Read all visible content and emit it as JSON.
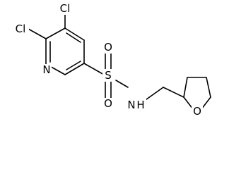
{
  "molecule": {
    "atoms": {
      "cl_top": "Cl",
      "cl_left": "Cl",
      "n_ring": "N",
      "s": "S",
      "o_top": "O",
      "o_bottom": "O",
      "n_amide": "N",
      "n_amide_h": "H",
      "o_ring": "O"
    }
  }
}
